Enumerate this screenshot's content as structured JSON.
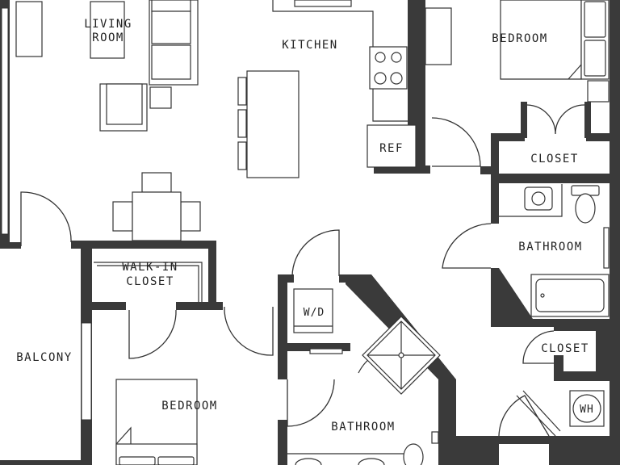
{
  "colors": {
    "wall": "#3a3a3a",
    "background": "#ffffff",
    "line": "#333333"
  },
  "rooms": {
    "living_room_line1": "LIVING",
    "living_room_line2": "ROOM",
    "kitchen": "KITCHEN",
    "bedroom_top": "BEDROOM",
    "closet_top": "CLOSET",
    "bathroom_right": "BATHROOM",
    "walk_in_line1": "WALK-IN",
    "walk_in_line2": "CLOSET",
    "balcony": "BALCONY",
    "bedroom_bottom": "BEDROOM",
    "bathroom_bottom": "BATHROOM",
    "closet_right": "CLOSET"
  },
  "fixtures": {
    "refrigerator": "REF",
    "washer_dryer": "W/D",
    "water_heater": "WH"
  },
  "icons": [
    "sofa-icon",
    "armchair-icon",
    "dining-table-icon",
    "kitchen-island-icon",
    "stove-icon",
    "sink-icon",
    "toilet-icon",
    "bathtub-icon",
    "shower-icon",
    "bed-icon"
  ]
}
